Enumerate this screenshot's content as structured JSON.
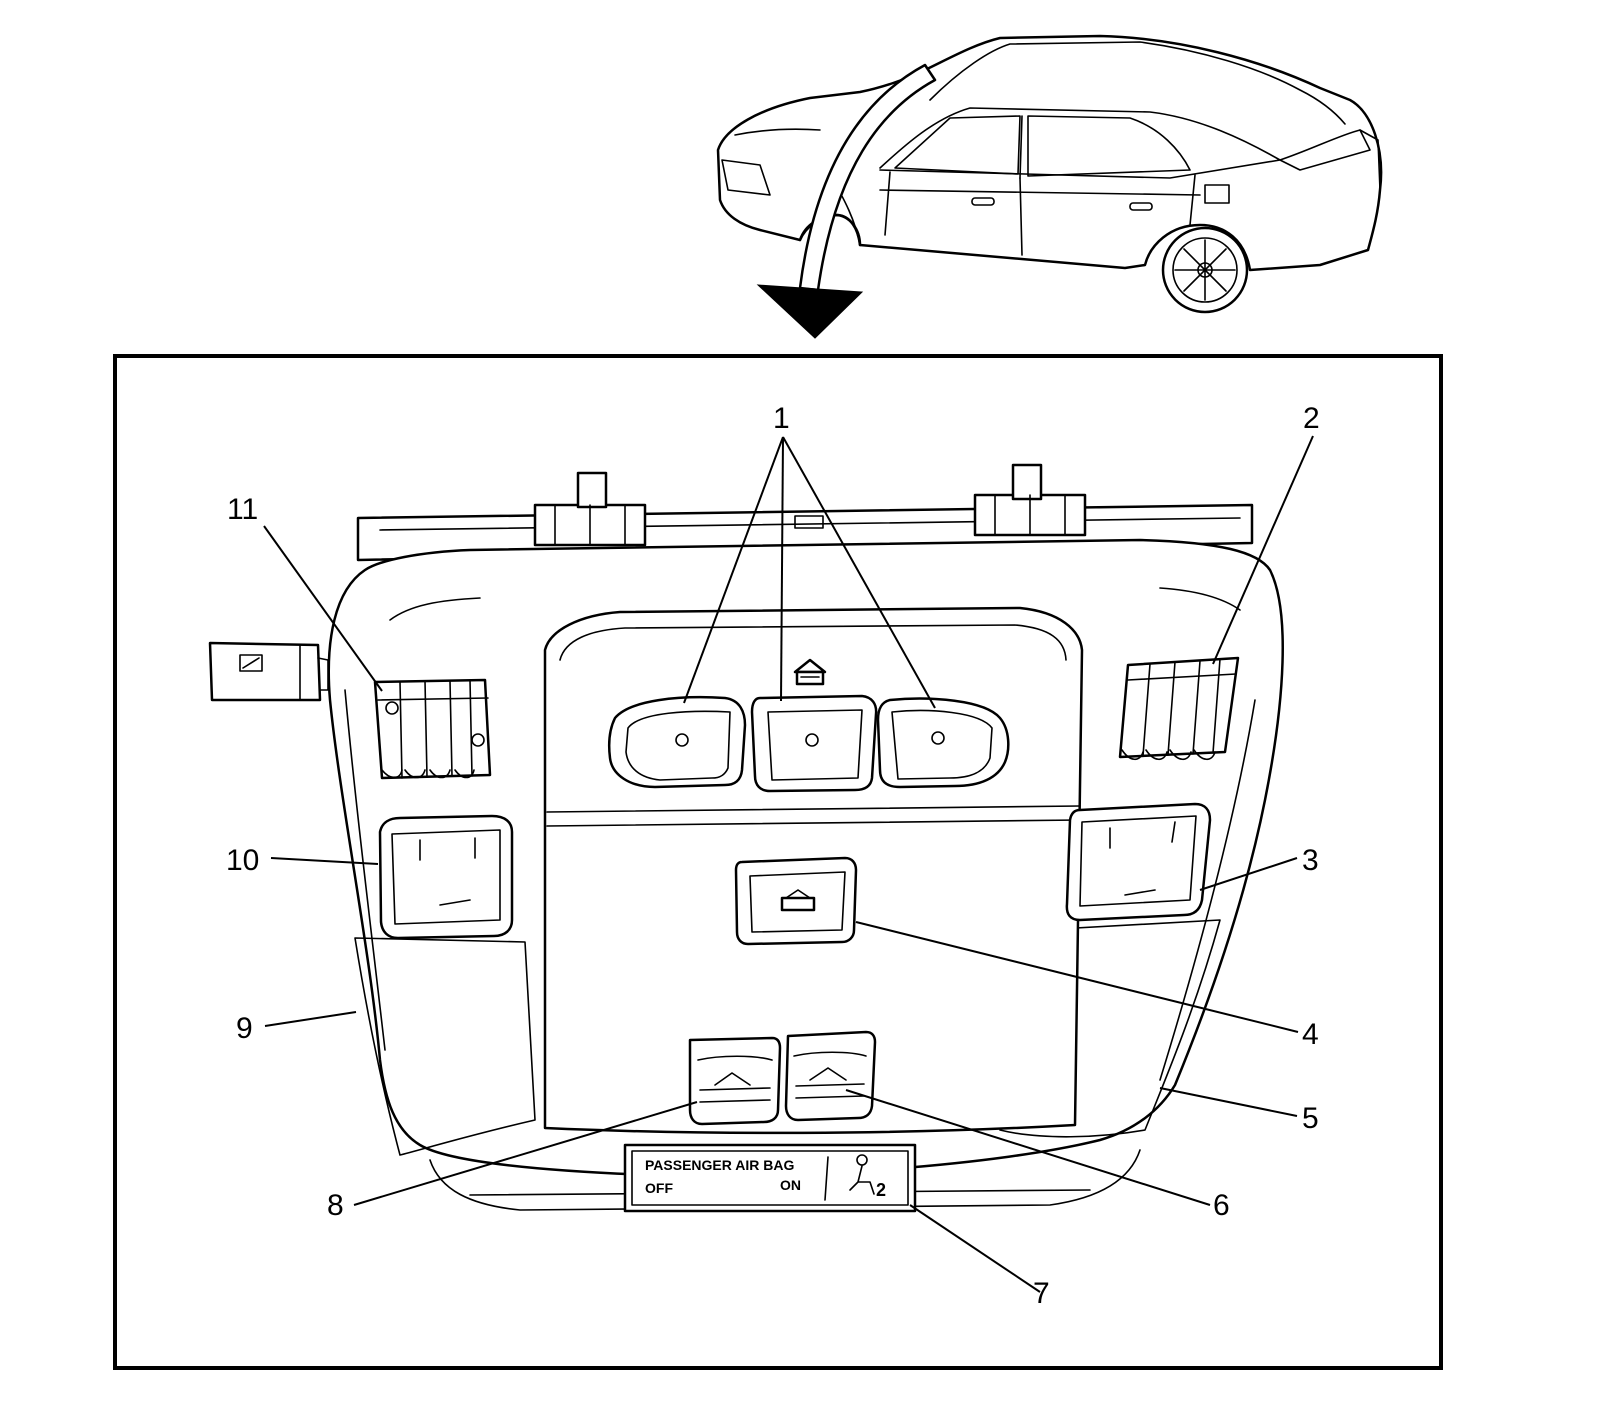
{
  "callouts": {
    "c1": "1",
    "c2": "2",
    "c3": "3",
    "c4": "4",
    "c5": "5",
    "c6": "6",
    "c7": "7",
    "c8": "8",
    "c9": "9",
    "c10": "10",
    "c11": "11"
  },
  "airbag_label": {
    "title": "PASSENGER AIR BAG",
    "off": "OFF",
    "on": "ON",
    "seat_number": "2"
  },
  "icons": {
    "vehicle": "sedan-vehicle-icon",
    "pointer": "curved-arrow-icon",
    "homelink": "garage-door-icon",
    "passenger": "seated-passenger-icon"
  }
}
